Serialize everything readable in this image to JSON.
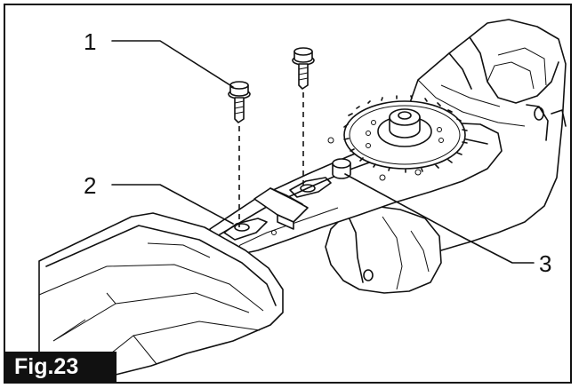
{
  "figure": {
    "label": "Fig.23",
    "callouts": [
      {
        "number": "1",
        "part": "screw"
      },
      {
        "number": "2",
        "part": "screw-hole"
      },
      {
        "number": "3",
        "part": "locating-pin"
      }
    ]
  },
  "colors": {
    "line": "#111111",
    "background": "#ffffff",
    "label_bg": "#111111",
    "label_fg": "#ffffff"
  }
}
